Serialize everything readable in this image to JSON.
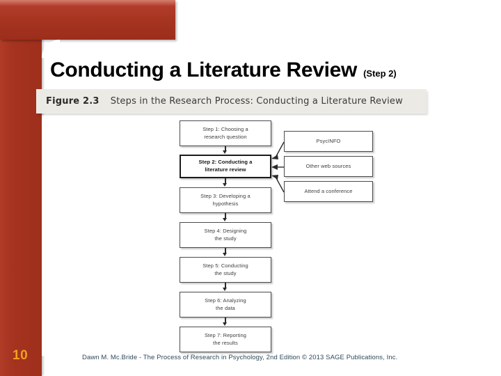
{
  "slide": {
    "number": "10",
    "title_main": "Conducting a Literature Review",
    "title_sub": "(Step 2)",
    "footer": "Dawn M. Mc.Bride - The Process of Research in Psychology, 2nd Edition © 2013 SAGE Publications, Inc."
  },
  "figure": {
    "label": "Figure 2.3",
    "caption": "Steps in the Research Process: Conducting a Literature Review",
    "steps": [
      {
        "line1": "Step 1: Choosing a",
        "line2": "research question",
        "highlight": false
      },
      {
        "line1": "Step 2: Conducting a",
        "line2": "literature review",
        "highlight": true
      },
      {
        "line1": "Step 3: Developing a",
        "line2": "hypothesis",
        "highlight": false
      },
      {
        "line1": "Step 4: Designing",
        "line2": "the study",
        "highlight": false
      },
      {
        "line1": "Step 5: Conducting",
        "line2": "the study",
        "highlight": false
      },
      {
        "line1": "Step 6: Analyzing",
        "line2": "the data",
        "highlight": false
      },
      {
        "line1": "Step 7: Reporting",
        "line2": "the results",
        "highlight": false
      }
    ],
    "sources": [
      {
        "label": "PsycINFO"
      },
      {
        "label": "Other web sources"
      },
      {
        "label": "Attend a conference"
      }
    ]
  },
  "colors": {
    "frame_red": "#a5331f",
    "slide_number": "#f0a020",
    "caption_band": "#eceae5",
    "footer_text": "#2e4a58",
    "title": "#000000"
  }
}
